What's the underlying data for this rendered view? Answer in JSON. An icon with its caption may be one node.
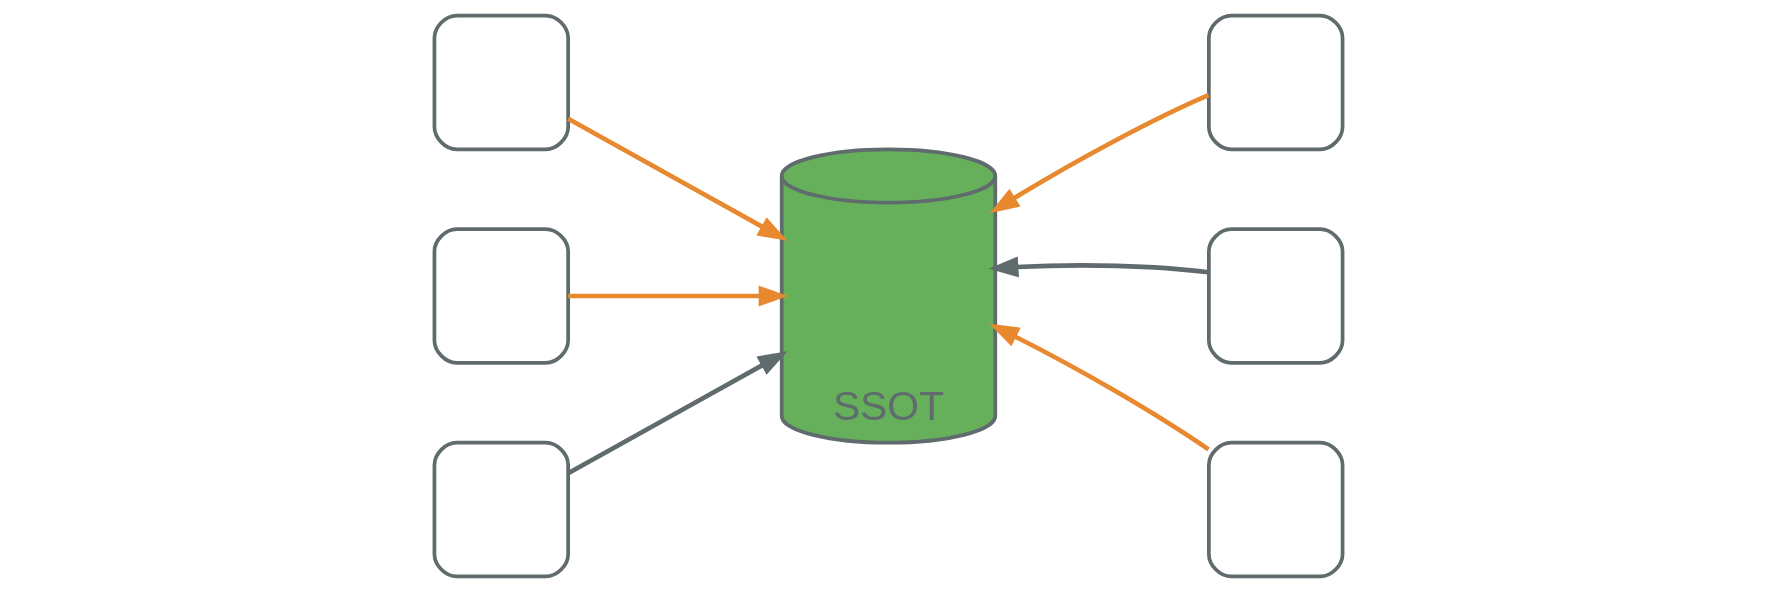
{
  "diagram": {
    "nodes": [
      {
        "text": [],
        "shape": "box"
      },
      {
        "text": [],
        "shape": "box"
      },
      {
        "text": [],
        "shape": "box"
      },
      {
        "text": [
          "SSOT"
        ]
      },
      {
        "text": [],
        "shape": "box"
      },
      {
        "text": [],
        "shape": "box"
      },
      {
        "text": [],
        "shape": "box"
      }
    ],
    "edges": [
      {
        "from": 0,
        "to": 3,
        "arrow": "to"
      },
      {
        "from": 2,
        "to": 3,
        "arrow": "to"
      },
      {
        "from": 5,
        "to": 3,
        "arrow": "to",
        "color": "#5f6b6d"
      },
      {
        "from": 1,
        "to": 3,
        "arrow": "to"
      },
      {
        "from": 4,
        "to": 3,
        "arrow": "to",
        "color": "#5f6b6d"
      },
      {
        "from": 6,
        "to": 3,
        "arrow": "to"
      }
    ]
  }
}
